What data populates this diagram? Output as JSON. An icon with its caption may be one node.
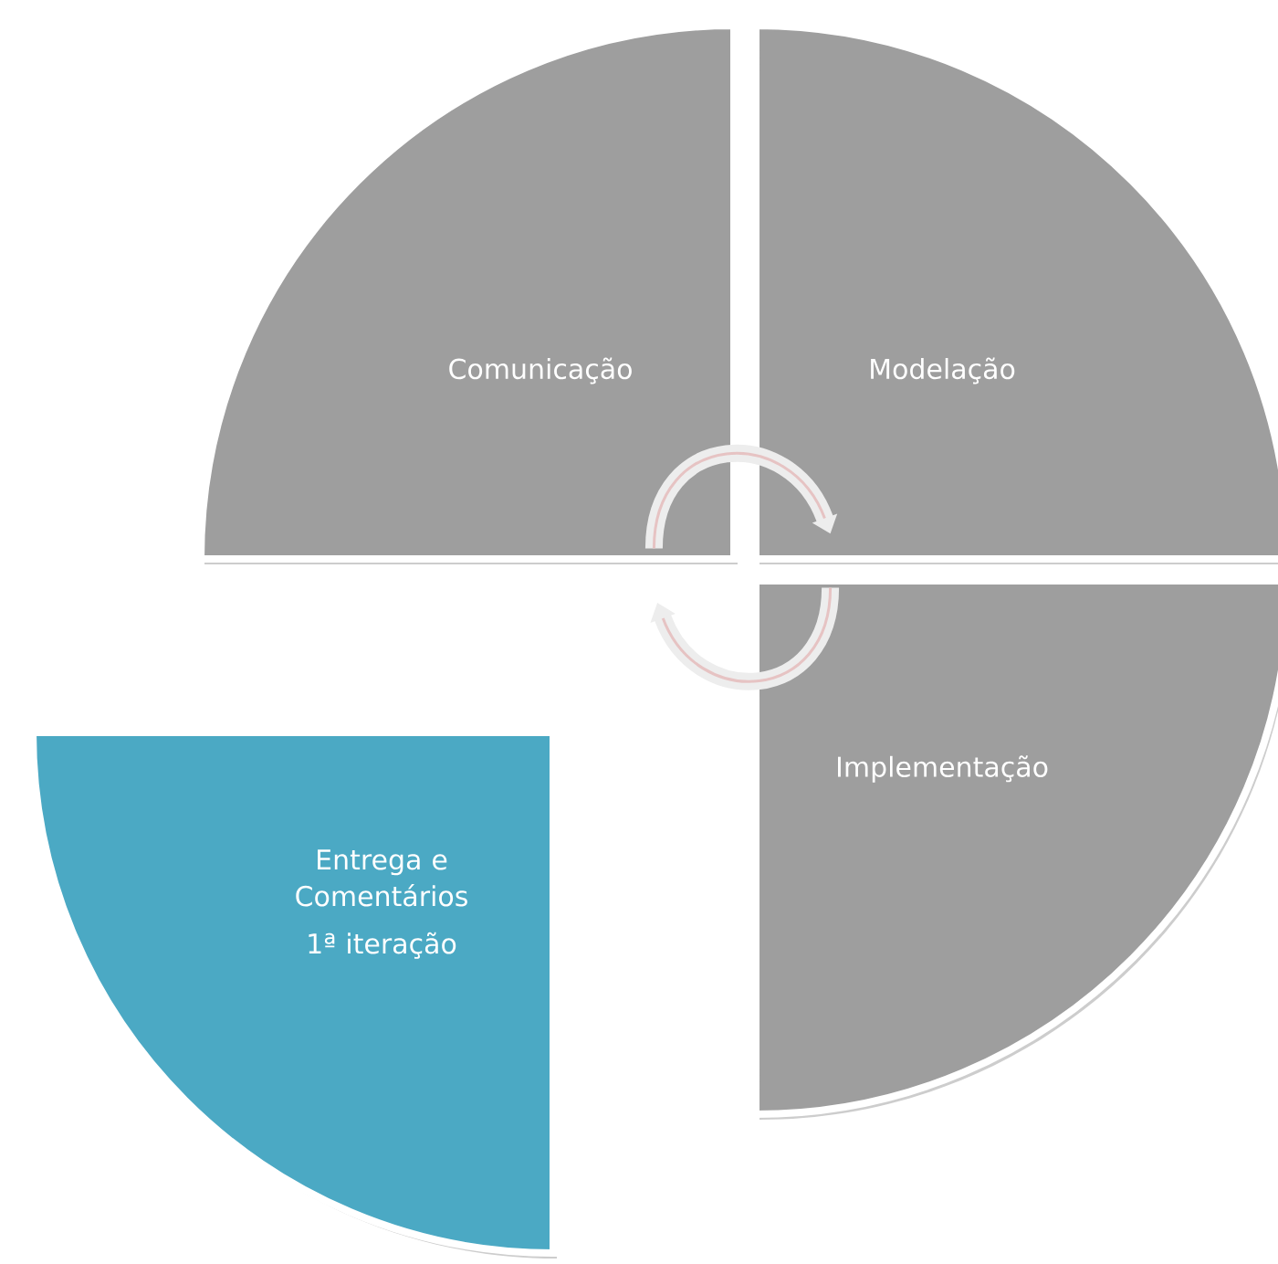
{
  "diagram": {
    "nodes": [
      {
        "text": [
          "Comunicação"
        ]
      },
      {
        "text": [
          "Modelação"
        ]
      },
      {
        "text": [
          "Implementação"
        ]
      },
      {
        "text": [
          "Entrega e Comentários",
          "1ª iteração"
        ]
      }
    ],
    "edges": [
      {
        "from": 0,
        "to": 1,
        "arrow": "to"
      },
      {
        "from": 2,
        "to": null,
        "arrow": "to"
      }
    ]
  }
}
